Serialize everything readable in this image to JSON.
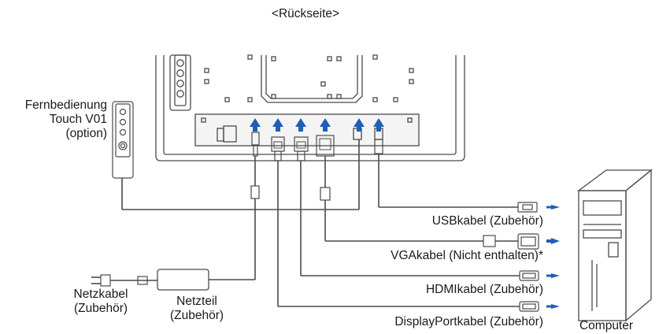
{
  "diagram": {
    "title": "<Rückseite>",
    "remote": {
      "line1": "Fernbedienung",
      "line2": "Touch V01",
      "line3": "(option)"
    },
    "cables": {
      "usb": "USBkabel (Zubehör)",
      "vga": "VGAkabel (Nicht enthalten)*",
      "hdmi": "HDMIkabel (Zubehör)",
      "displayport": "DisplayPortkabel (Zubehör)"
    },
    "power_cord": {
      "line1": "Netzkabel",
      "line2": "(Zubehör)"
    },
    "power_adapter": {
      "line1": "Netzteil",
      "line2": "(Zubehör)"
    },
    "computer": "Computer",
    "colors": {
      "arrow": "#1f5fb4",
      "line": "#4a4a4a",
      "panel_fill": "#f4f4f4"
    }
  }
}
